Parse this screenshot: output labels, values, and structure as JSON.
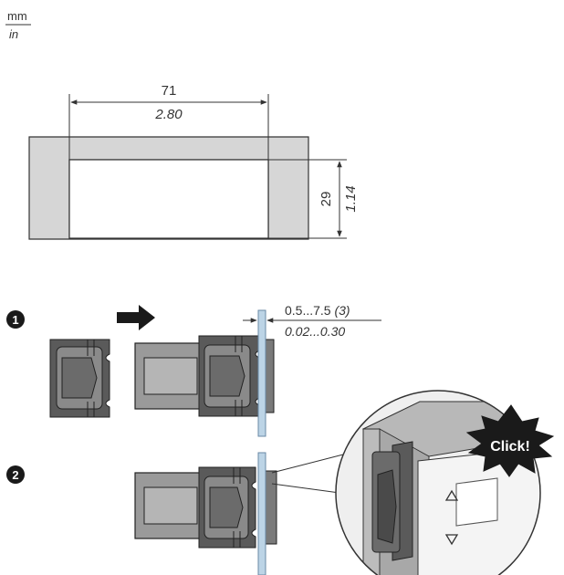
{
  "units": {
    "top": "mm",
    "bottom": "in"
  },
  "cutout": {
    "width": {
      "mm": "71",
      "in": "2.80"
    },
    "height": {
      "mm": "29",
      "in": "1.14"
    }
  },
  "steps": {
    "one": {
      "number": "1"
    },
    "two": {
      "number": "2"
    }
  },
  "panel_thickness": {
    "mm": "0.5...7.5",
    "note": "(3)",
    "in": "0.02...0.30"
  },
  "callout": {
    "label": "Click!"
  },
  "colors": {
    "gray_fill": "#d6d6d6",
    "device_dark": "#5a5a5a",
    "device_mid": "#9a9a9a",
    "panel_blue": "#bcd4e6",
    "line": "#333333"
  },
  "icons": [
    "arrow-right-icon",
    "up-triangle-icon",
    "down-triangle-icon",
    "starburst-icon"
  ]
}
